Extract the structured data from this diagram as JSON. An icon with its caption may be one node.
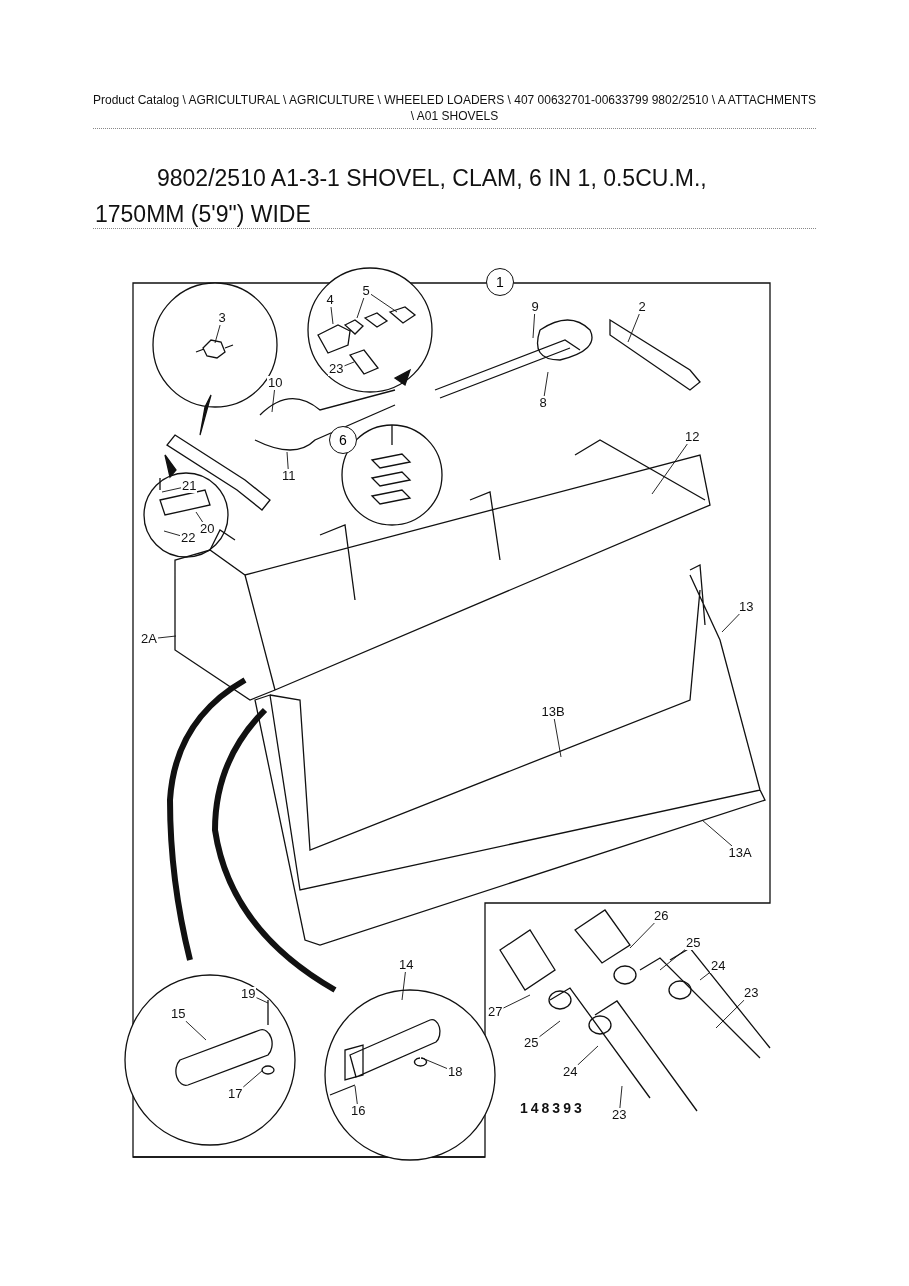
{
  "diagram": {
    "title": "9802/2510 A1-3-1 SHOVEL, CLAM, 6 IN 1, 0.5CU.M., 1750MM (5'9\") WIDE",
    "nodes": [
      {
        "text": [
          "1"
        ]
      },
      {
        "text": [
          "3"
        ]
      },
      {
        "text": [
          "4"
        ]
      },
      {
        "text": [
          "5"
        ]
      },
      {
        "text": [
          "23"
        ]
      },
      {
        "text": [
          "9"
        ]
      },
      {
        "text": [
          "2"
        ]
      },
      {
        "text": [
          "8"
        ]
      },
      {
        "text": [
          "10"
        ]
      },
      {
        "text": [
          "11"
        ]
      },
      {
        "text": [
          "6"
        ]
      },
      {
        "text": [
          "21"
        ]
      },
      {
        "text": [
          "20"
        ]
      },
      {
        "text": [
          "22"
        ]
      },
      {
        "text": [
          "12"
        ]
      },
      {
        "text": [
          "2A"
        ]
      },
      {
        "text": [
          "13"
        ]
      },
      {
        "text": [
          "13B"
        ]
      },
      {
        "text": [
          "13A"
        ]
      },
      {
        "text": [
          "19"
        ]
      },
      {
        "text": [
          "15"
        ]
      },
      {
        "text": [
          "17"
        ]
      },
      {
        "text": [
          "14"
        ]
      },
      {
        "text": [
          "18"
        ]
      },
      {
        "text": [
          "16"
        ]
      },
      {
        "text": [
          "26"
        ]
      },
      {
        "text": [
          "25"
        ]
      },
      {
        "text": [
          "24"
        ]
      },
      {
        "text": [
          "23"
        ]
      },
      {
        "text": [
          "27"
        ]
      },
      {
        "text": [
          "25"
        ]
      },
      {
        "text": [
          "24"
        ]
      },
      {
        "text": [
          "23"
        ]
      }
    ],
    "edges": [
      {
        "from": 1,
        "to": null,
        "arrow": "none"
      },
      {
        "from": 2,
        "to": null,
        "arrow": "none"
      },
      {
        "from": 3,
        "to": null,
        "arrow": "none"
      },
      {
        "from": 3,
        "to": null,
        "arrow": "none"
      },
      {
        "from": 4,
        "to": null,
        "arrow": "none"
      },
      {
        "from": 5,
        "to": null,
        "arrow": "none"
      },
      {
        "from": 6,
        "to": null,
        "arrow": "none"
      },
      {
        "from": 7,
        "to": null,
        "arrow": "none"
      },
      {
        "from": 8,
        "to": null,
        "arrow": "none"
      },
      {
        "from": 9,
        "to": null,
        "arrow": "none"
      },
      {
        "from": 11,
        "to": null,
        "arrow": "none"
      },
      {
        "from": 12,
        "to": null,
        "arrow": "none"
      },
      {
        "from": 13,
        "to": null,
        "arrow": "none"
      },
      {
        "from": 14,
        "to": null,
        "arrow": "none"
      },
      {
        "from": 15,
        "to": null,
        "arrow": "none"
      },
      {
        "from": 16,
        "to": null,
        "arrow": "none"
      },
      {
        "from": 17,
        "to": null,
        "arrow": "none"
      },
      {
        "from": 18,
        "to": null,
        "arrow": "none"
      },
      {
        "from": 19,
        "to": null,
        "arrow": "none"
      },
      {
        "from": 20,
        "to": null,
        "arrow": "none"
      },
      {
        "from": 21,
        "to": null,
        "arrow": "none"
      },
      {
        "from": 22,
        "to": null,
        "arrow": "none"
      },
      {
        "from": 23,
        "to": null,
        "arrow": "none"
      },
      {
        "from": 24,
        "to": null,
        "arrow": "none"
      },
      {
        "from": 25,
        "to": null,
        "arrow": "none"
      },
      {
        "from": 26,
        "to": null,
        "arrow": "none"
      },
      {
        "from": 27,
        "to": null,
        "arrow": "none"
      },
      {
        "from": 28,
        "to": null,
        "arrow": "none"
      },
      {
        "from": 29,
        "to": null,
        "arrow": "none"
      },
      {
        "from": 30,
        "to": null,
        "arrow": "none"
      },
      {
        "from": 31,
        "to": null,
        "arrow": "none"
      },
      {
        "from": 32,
        "to": null,
        "arrow": "none"
      }
    ],
    "labels": [
      "Product Catalog \\ AGRICULTURAL \\ AGRICULTURE \\ WHEELED LOADERS \\ 407 00632701-00633799 9802/2510 \\ A ATTACHMENTS \\ A01 SHOVELS",
      "148393"
    ]
  }
}
